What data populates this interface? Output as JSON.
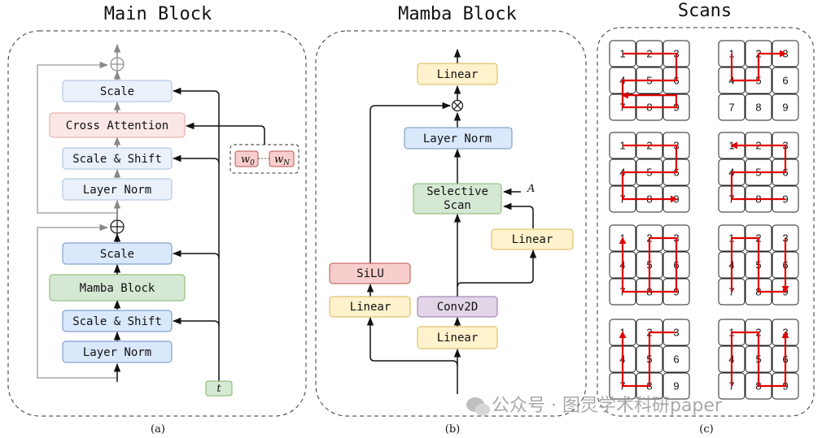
{
  "panels": {
    "a": {
      "title": "Main Block",
      "caption": "(a)",
      "blocks": {
        "scale_top": "Scale",
        "cross_attention": "Cross Attention",
        "scale_shift_top": "Scale & Shift",
        "layer_norm_top": "Layer Norm",
        "scale_bottom": "Scale",
        "mamba_block": "Mamba Block",
        "scale_shift_bottom": "Scale & Shift",
        "layer_norm_bottom": "Layer Norm"
      },
      "w0_base": "w",
      "w0_sub": "0",
      "wn_base": "w",
      "wn_sub": "N",
      "t_label": "t"
    },
    "b": {
      "title": "Mamba Block",
      "caption": "(b)",
      "blocks": {
        "linear_top": "Linear",
        "layer_norm": "Layer Norm",
        "selective_scan_line1": "Selective",
        "selective_scan_line2": "Scan",
        "linear_right": "Linear",
        "silu": "SiLU",
        "linear_left": "Linear",
        "conv2d": "Conv2D",
        "linear_bottom": "Linear"
      },
      "a_label": "A"
    },
    "c": {
      "title": "Scans",
      "caption": "(c)",
      "cell_numbers": [
        "1",
        "2",
        "3",
        "4",
        "5",
        "6",
        "7",
        "8",
        "9"
      ]
    }
  },
  "watermark": "公众号 · 图灵学术科研paper",
  "colors": {
    "blue_fill": "#dae8fc",
    "blue_stroke": "#6c8ebf",
    "light_blue_fill": "#eaf1fb",
    "light_blue_stroke": "#a9bfdc",
    "red_fill": "#f8cecc",
    "red_stroke": "#b85450",
    "light_red_fill": "#fbe7e6",
    "green_fill": "#d5e8d4",
    "green_stroke": "#82b366",
    "yellow_fill": "#fff2cc",
    "yellow_stroke": "#d6b656",
    "purple_fill": "#e1d5e7",
    "purple_stroke": "#9673a6",
    "scan_arrow": "#e00000"
  }
}
